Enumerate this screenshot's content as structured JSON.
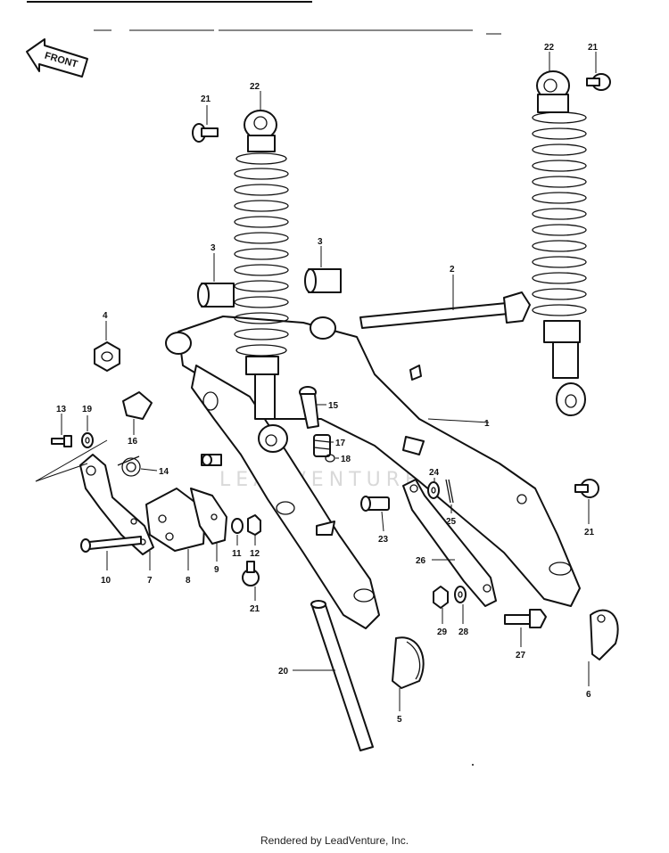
{
  "front_label": "FRONT",
  "watermark": "LEADVENTURE",
  "footer": "Rendered by LeadVenture, Inc.",
  "callouts": {
    "c1": "1",
    "c2": "2",
    "c3a": "3",
    "c3b": "3",
    "c4": "4",
    "c5": "5",
    "c6": "6",
    "c7": "7",
    "c8": "8",
    "c9": "9",
    "c10": "10",
    "c11": "11",
    "c12": "12",
    "c13": "13",
    "c14": "14",
    "c15": "15",
    "c16": "16",
    "c17": "17",
    "c18": "18",
    "c19": "19",
    "c20": "20",
    "c21a": "21",
    "c21b": "21",
    "c21c": "21",
    "c21d": "21",
    "c22a": "22",
    "c22b": "22",
    "c23": "23",
    "c24": "24",
    "c25": "25",
    "c26": "26",
    "c27": "27",
    "c28": "28",
    "c29": "29"
  }
}
